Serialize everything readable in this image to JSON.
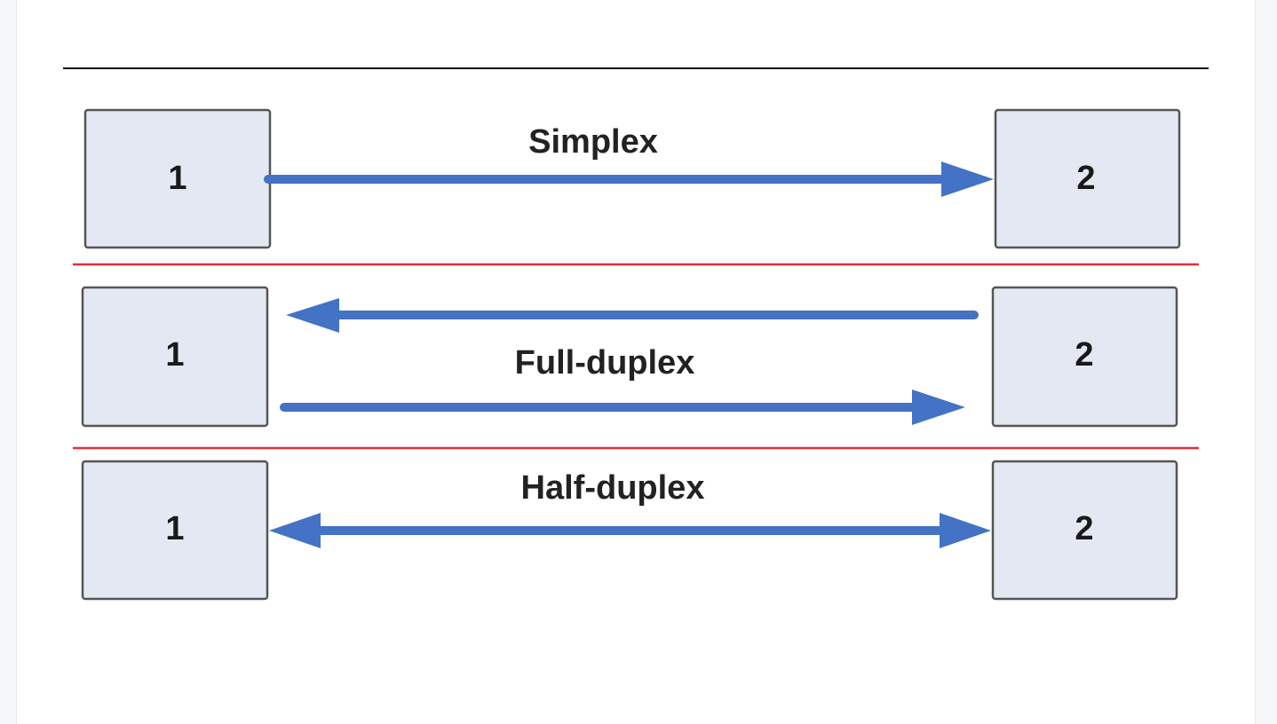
{
  "diagram": {
    "simplex": {
      "label": "Simplex",
      "left_node": "1",
      "right_node": "2"
    },
    "full_duplex": {
      "label": "Full-duplex",
      "left_node": "1",
      "right_node": "2"
    },
    "half_duplex": {
      "label": "Half-duplex",
      "left_node": "1",
      "right_node": "2"
    }
  },
  "colors": {
    "arrow": "#4472c4",
    "box_fill": "#e4e8f2",
    "divider": "#e0303a"
  }
}
